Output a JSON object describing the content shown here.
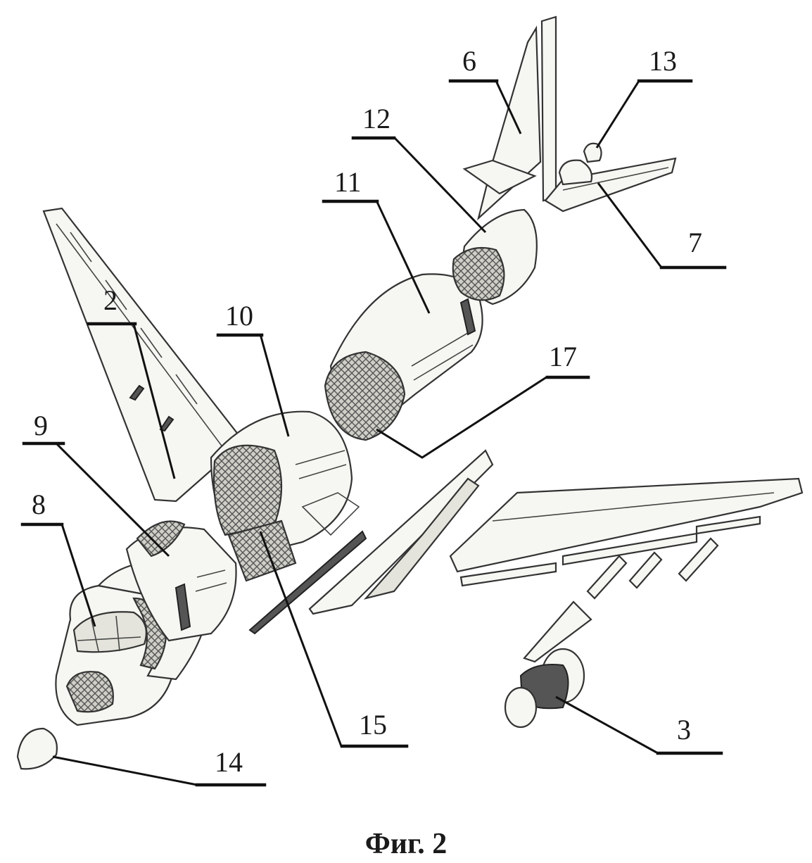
{
  "caption": "Фиг. 2",
  "labels": {
    "l2": "2",
    "l3": "3",
    "l6": "6",
    "l7": "7",
    "l8": "8",
    "l9": "9",
    "l10": "10",
    "l11": "11",
    "l12": "12",
    "l13": "13",
    "l14": "14",
    "l15": "15",
    "l17": "17"
  }
}
